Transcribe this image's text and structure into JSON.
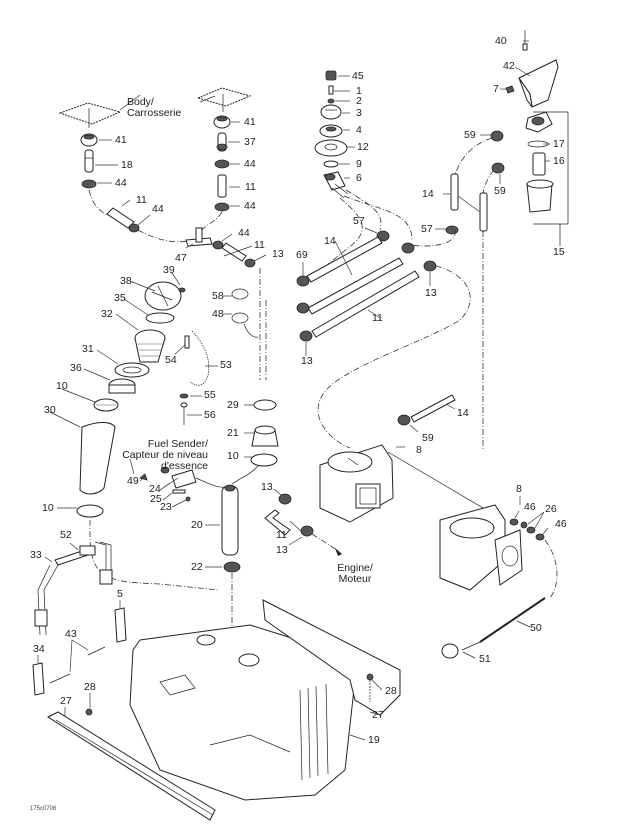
{
  "diagram": {
    "title": "Fuel system exploded parts diagram",
    "figure_code": "175c0706",
    "notes": {
      "body": [
        "Body/",
        "Carrosserie"
      ],
      "fuel_sender": [
        "Fuel Sender/",
        "Capteur de niveau",
        "d'essence"
      ],
      "engine": [
        "Engine/",
        "Moteur"
      ]
    },
    "callouts": [
      {
        "id": "c40",
        "text": "40"
      },
      {
        "id": "c42",
        "text": "42"
      },
      {
        "id": "c7",
        "text": "7"
      },
      {
        "id": "c45",
        "text": "45"
      },
      {
        "id": "c1",
        "text": "1"
      },
      {
        "id": "c2",
        "text": "2"
      },
      {
        "id": "c3",
        "text": "3"
      },
      {
        "id": "c4",
        "text": "4"
      },
      {
        "id": "c12",
        "text": "12"
      },
      {
        "id": "c9",
        "text": "9"
      },
      {
        "id": "c6",
        "text": "6"
      },
      {
        "id": "c41a",
        "text": "41"
      },
      {
        "id": "c18",
        "text": "18"
      },
      {
        "id": "c44a",
        "text": "44"
      },
      {
        "id": "c11a",
        "text": "11"
      },
      {
        "id": "c44b",
        "text": "44"
      },
      {
        "id": "c41b",
        "text": "41"
      },
      {
        "id": "c37",
        "text": "37"
      },
      {
        "id": "c44c",
        "text": "44"
      },
      {
        "id": "c11b",
        "text": "11"
      },
      {
        "id": "c44d",
        "text": "44"
      },
      {
        "id": "c47",
        "text": "47"
      },
      {
        "id": "c44e",
        "text": "44"
      },
      {
        "id": "c11c",
        "text": "11"
      },
      {
        "id": "c13a",
        "text": "13"
      },
      {
        "id": "c59a",
        "text": "59"
      },
      {
        "id": "c17",
        "text": "17"
      },
      {
        "id": "c16",
        "text": "16"
      },
      {
        "id": "c59b",
        "text": "59"
      },
      {
        "id": "c14a",
        "text": "14"
      },
      {
        "id": "c57a",
        "text": "57"
      },
      {
        "id": "c57b",
        "text": "57"
      },
      {
        "id": "c15",
        "text": "15"
      },
      {
        "id": "c14b",
        "text": "14"
      },
      {
        "id": "c69",
        "text": "69"
      },
      {
        "id": "c13b",
        "text": "13"
      },
      {
        "id": "c11d",
        "text": "11"
      },
      {
        "id": "c13c",
        "text": "13"
      },
      {
        "id": "c39",
        "text": "39"
      },
      {
        "id": "c38",
        "text": "38"
      },
      {
        "id": "c35",
        "text": "35"
      },
      {
        "id": "c32",
        "text": "32"
      },
      {
        "id": "c31",
        "text": "31"
      },
      {
        "id": "c36",
        "text": "36"
      },
      {
        "id": "c10a",
        "text": "10"
      },
      {
        "id": "c30",
        "text": "30"
      },
      {
        "id": "c58",
        "text": "58"
      },
      {
        "id": "c48",
        "text": "48"
      },
      {
        "id": "c54",
        "text": "54"
      },
      {
        "id": "c53",
        "text": "53"
      },
      {
        "id": "c55",
        "text": "55"
      },
      {
        "id": "c56",
        "text": "56"
      },
      {
        "id": "c29",
        "text": "29"
      },
      {
        "id": "c21",
        "text": "21"
      },
      {
        "id": "c10b",
        "text": "10"
      },
      {
        "id": "c49",
        "text": "49"
      },
      {
        "id": "c24",
        "text": "24"
      },
      {
        "id": "c25",
        "text": "25"
      },
      {
        "id": "c23",
        "text": "23"
      },
      {
        "id": "c20",
        "text": "20"
      },
      {
        "id": "c22",
        "text": "22"
      },
      {
        "id": "c10c",
        "text": "10"
      },
      {
        "id": "c14c",
        "text": "14"
      },
      {
        "id": "c59c",
        "text": "59"
      },
      {
        "id": "c8a",
        "text": "8"
      },
      {
        "id": "c13d",
        "text": "13"
      },
      {
        "id": "c11e",
        "text": "11"
      },
      {
        "id": "c13e",
        "text": "13"
      },
      {
        "id": "c8b",
        "text": "8"
      },
      {
        "id": "c46a",
        "text": "46"
      },
      {
        "id": "c26",
        "text": "26"
      },
      {
        "id": "c46b",
        "text": "46"
      },
      {
        "id": "c50",
        "text": "50"
      },
      {
        "id": "c51",
        "text": "51"
      },
      {
        "id": "c52",
        "text": "52"
      },
      {
        "id": "c33",
        "text": "33"
      },
      {
        "id": "c5",
        "text": "5"
      },
      {
        "id": "c43",
        "text": "43"
      },
      {
        "id": "c34",
        "text": "34"
      },
      {
        "id": "c28a",
        "text": "28"
      },
      {
        "id": "c27a",
        "text": "27"
      },
      {
        "id": "c28b",
        "text": "28"
      },
      {
        "id": "c27b",
        "text": "27"
      },
      {
        "id": "c19",
        "text": "19"
      }
    ]
  }
}
